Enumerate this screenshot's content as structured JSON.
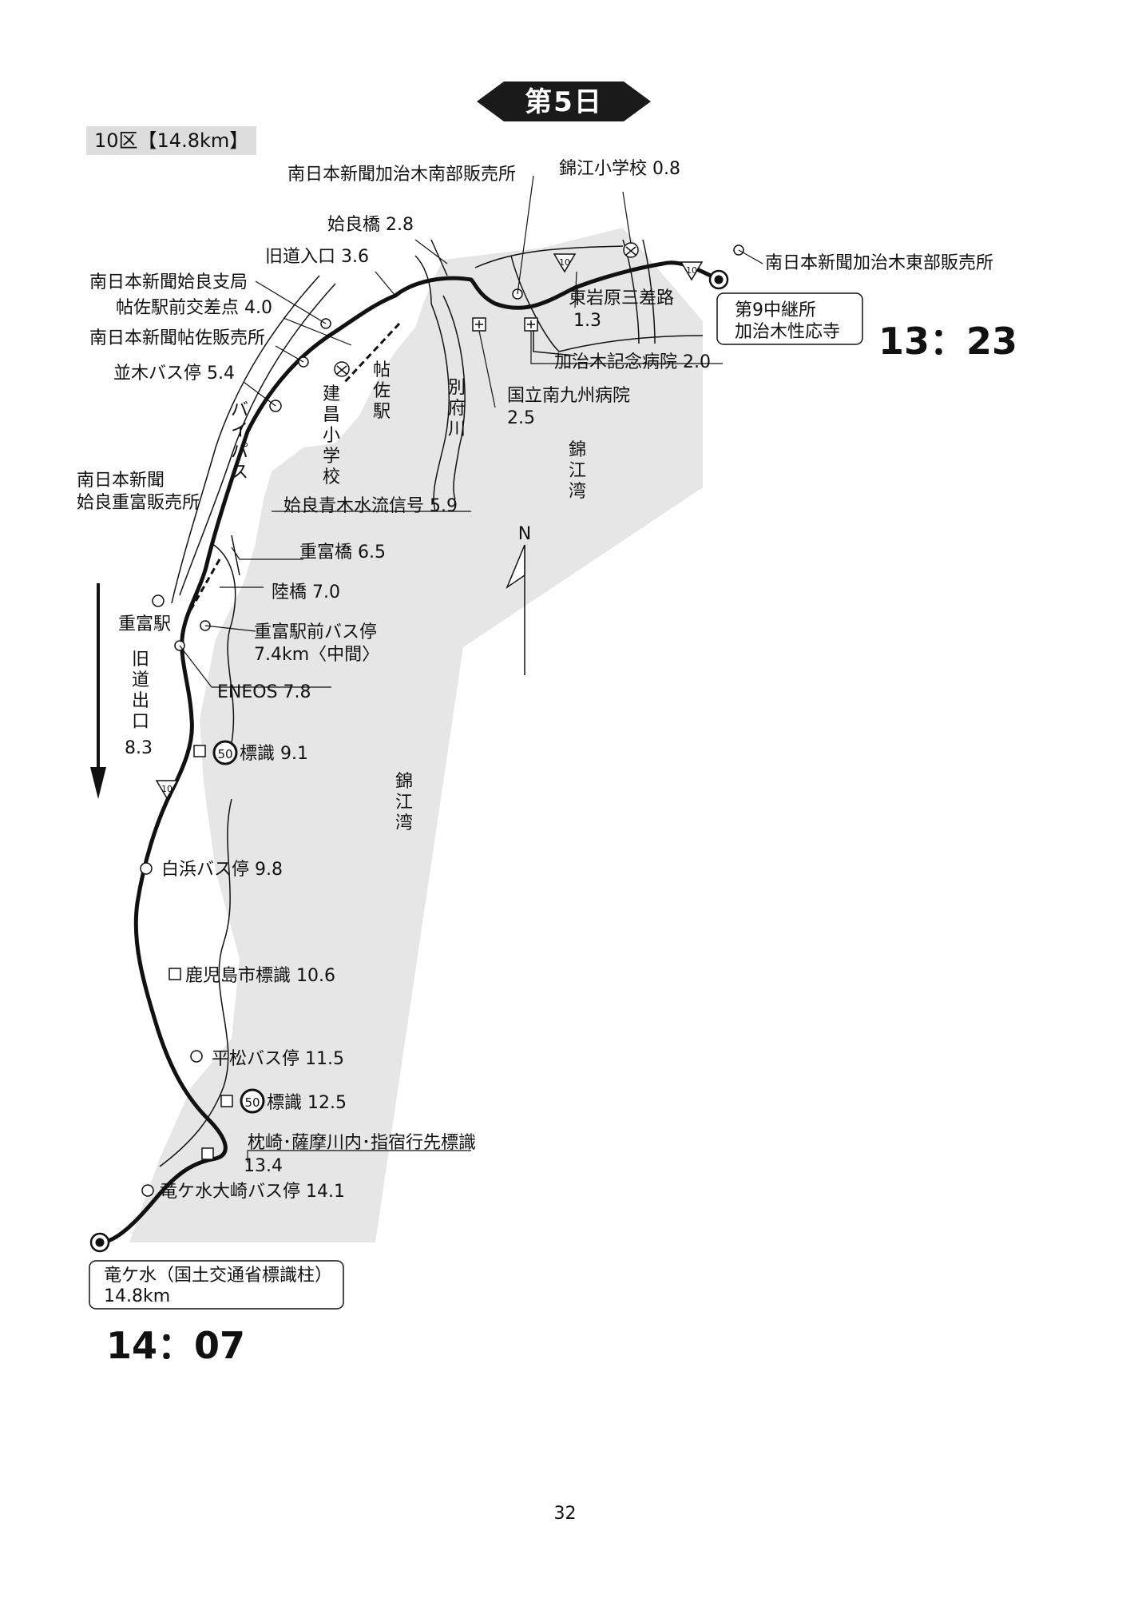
{
  "day_title": "第5日",
  "section_label": "10区【14.8km】",
  "north_label": "N",
  "bay_name": "錦江湾",
  "start_time": "13：23",
  "finish_time": "14：07",
  "page_number": "32",
  "route_number": "10",
  "speed_limit": "50",
  "start_point": {
    "name": "第9中継所",
    "place": "加治木性応寺"
  },
  "finish_point": {
    "name": "竜ケ水（国土交通省標識柱）",
    "distance": "14.8km"
  },
  "landmarks": {
    "higashi_hanbai": "南日本新聞加治木東部販売所",
    "nishiki_school": "錦江小学校 0.8",
    "nanbu_hanbai": "南日本新聞加治木南部販売所",
    "higashiiwabaru": "東岩原三差路",
    "higashiiwabaru_km": "1.3",
    "kajiki_hospital": "加治木記念病院 2.0",
    "kokuritsu_hospital": "国立南九州病院",
    "kokuritsu_km": "2.5",
    "aira_bridge": "姶良橋 2.8",
    "old_road_entrance": "旧道入口 3.6",
    "aira_branch": "南日本新聞姶良支局",
    "chosa_crossing": "帖佐駅前交差点 4.0",
    "chosa_hanbai": "南日本新聞帖佐販売所",
    "namiki_bus": "並木バス停 5.4",
    "shigetomi_hanbai_1": "南日本新聞",
    "shigetomi_hanbai_2": "姶良重富販売所",
    "aoki_signal": "姶良青木水流信号 5.9",
    "shigetomi_bridge": "重富橋 6.5",
    "overpass": "陸橋 7.0",
    "shigetomi_station": "重富駅",
    "shigetomi_bus": "重富駅前バス停",
    "midpoint": "7.4km〈中間〉",
    "eneos": "ENEOS 7.8",
    "old_road_exit_km": "8.3",
    "sign_91": "標識 9.1",
    "shirahama_bus": "白浜バス停 9.8",
    "kagoshima_sign": "鹿児島市標識 10.6",
    "hiramatsu_bus": "平松バス停 11.5",
    "sign_125": "標識 12.5",
    "direction_sign": "枕崎･薩摩川内･指宿行先標識",
    "direction_sign_km": "13.4",
    "ryugamizu_bus": "竜ケ水大崎バス停 14.1"
  },
  "vertical_labels": {
    "chosa_station": "帖佐駅",
    "kensho_school": "建昌小学校",
    "beppu_river": "別府川",
    "bypass": "バイパス",
    "old_road_exit": "旧道出口"
  },
  "colors": {
    "sea": "#e6e6e6",
    "route": "#111111",
    "banner": "#1a1a1a",
    "section_bg": "#dddddd"
  }
}
